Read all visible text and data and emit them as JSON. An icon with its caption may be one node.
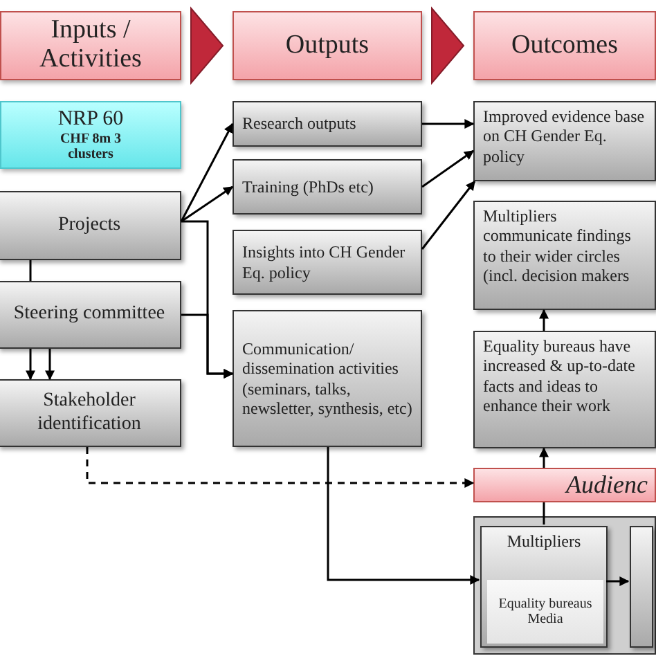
{
  "diagram": {
    "nodes": [
      {
        "text": [
          "Inputs / Activities"
        ]
      },
      {
        "text": [
          "Outputs"
        ]
      },
      {
        "text": [
          "Outcomes"
        ]
      },
      {
        "text": [
          "NRP 60",
          "CHF 8m 3 clusters"
        ]
      },
      {
        "text": [
          "Projects"
        ]
      },
      {
        "text": [
          "Steering committee"
        ]
      },
      {
        "text": [
          "Stakeholder identification"
        ]
      },
      {
        "text": [
          "Research outputs"
        ]
      },
      {
        "text": [
          "Training (PhDs etc)"
        ]
      },
      {
        "text": [
          "Insights into CH Gender Eq. policy"
        ]
      },
      {
        "text": [
          "Communication/ dissemination activities (seminars, talks, newsletter, synthesis, etc)"
        ]
      },
      {
        "text": [
          "Improved evidence base on CH Gender Eq. policy"
        ]
      },
      {
        "text": [
          "Multipliers communicate findings to their wider circles (incl. decision makers"
        ]
      },
      {
        "text": [
          "Equality bureaus have increased & up-to-date facts and ideas to enhance their work"
        ]
      },
      {
        "text": [
          "Audienc"
        ]
      },
      {
        "text": [],
        "shape": "box"
      },
      {
        "text": [
          "Multipliers"
        ],
        "in": 15
      },
      {
        "text": [
          "Equality bureaus Media"
        ],
        "in": 16
      },
      {
        "text": [],
        "shape": "box",
        "in": 15
      }
    ],
    "edges": [
      {
        "from": 0,
        "to": 1,
        "arrow": "to",
        "style": "thick",
        "color": "#c0283a"
      },
      {
        "from": 1,
        "to": 2,
        "arrow": "to",
        "style": "thick",
        "color": "#c0283a"
      },
      {
        "from": 4,
        "to": 7,
        "arrow": "to"
      },
      {
        "from": 4,
        "to": 8,
        "arrow": "to"
      },
      {
        "from": 4,
        "to": 10,
        "arrow": "to"
      },
      {
        "from": 5,
        "to": 10,
        "arrow": "to"
      },
      {
        "from": 4,
        "to": 5,
        "arrow": "none"
      },
      {
        "from": 5,
        "to": 6,
        "arrow": "to"
      },
      {
        "from": 5,
        "to": 6,
        "arrow": "to"
      },
      {
        "from": 7,
        "to": 11,
        "arrow": "to"
      },
      {
        "from": 8,
        "to": 11,
        "arrow": "to"
      },
      {
        "from": 9,
        "to": 11,
        "arrow": "to"
      },
      {
        "from": 13,
        "to": 12,
        "arrow": "to"
      },
      {
        "from": 14,
        "to": 13,
        "arrow": "to"
      },
      {
        "from": 16,
        "to": 14,
        "arrow": "none"
      },
      {
        "from": 6,
        "to": 14,
        "arrow": "to",
        "style": "dashed"
      },
      {
        "from": 10,
        "to": 16,
        "arrow": "to"
      },
      {
        "from": 16,
        "to": 18,
        "arrow": "to"
      }
    ]
  }
}
